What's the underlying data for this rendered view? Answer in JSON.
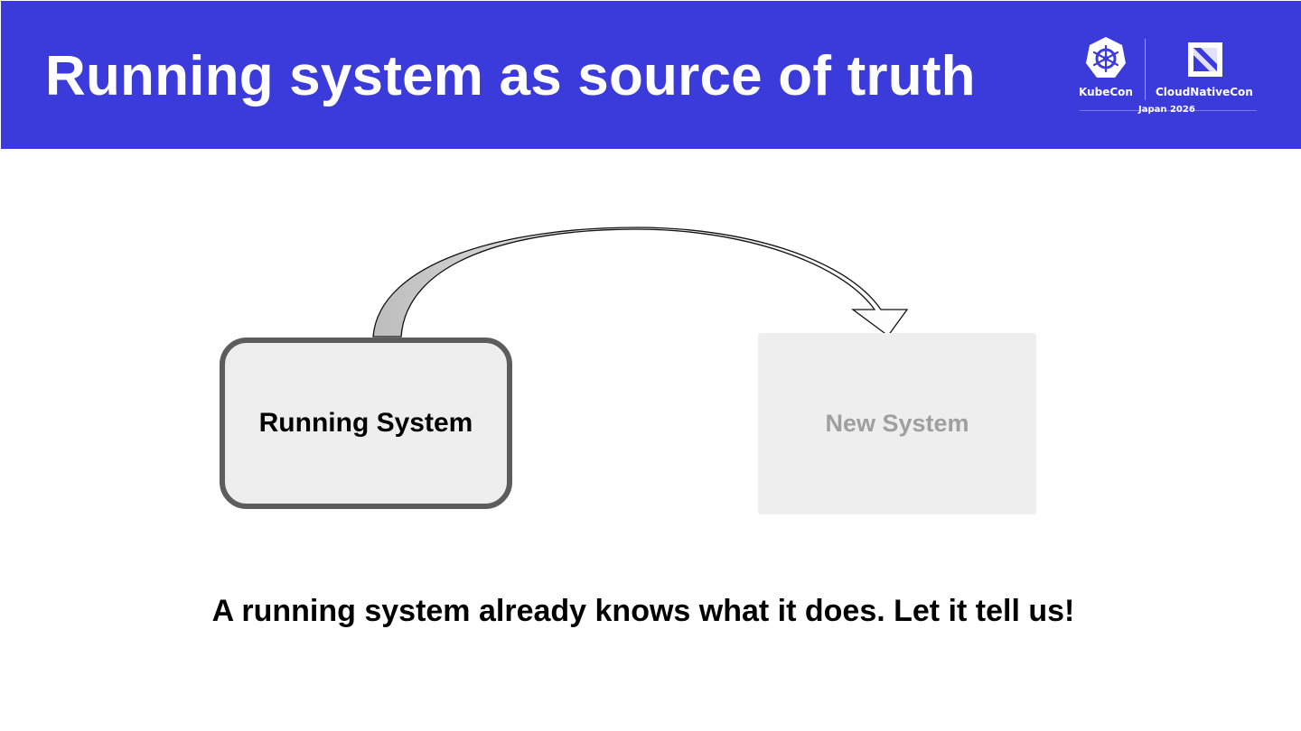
{
  "header": {
    "title": "Running system as source of truth",
    "background_color": "#3b3bdb",
    "logo": {
      "kubecon": "KubeCon",
      "cloudnativecon": "CloudNativeCon",
      "event": "Japan 2026"
    }
  },
  "diagram": {
    "source_node": {
      "label": "Running System"
    },
    "target_node": {
      "label": "New System"
    },
    "connector": {
      "type": "curved-arrow",
      "direction": "source-to-target"
    }
  },
  "caption": "A running system already knows what it does. Let it tell us!"
}
